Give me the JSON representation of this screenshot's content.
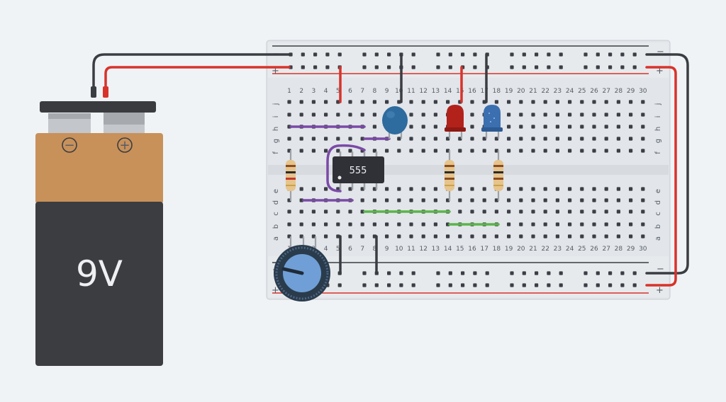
{
  "battery": {
    "voltage_label": "9V",
    "minus_symbol": "−",
    "plus_symbol": "+"
  },
  "chip": {
    "label": "555"
  },
  "breadboard": {
    "columns": 30,
    "rows_top": [
      "j",
      "i",
      "h",
      "g",
      "f"
    ],
    "rows_bottom": [
      "e",
      "d",
      "c",
      "b",
      "a"
    ],
    "rail_minus": "−",
    "rail_plus": "+"
  },
  "colors": {
    "wire_black": "#3a3d42",
    "wire_red": "#d8332b",
    "wire_purple": "#7b4aa8",
    "wire_green": "#5ab54b",
    "battery_copper": "#c8915a",
    "battery_body": "#3c3d41",
    "cap_blue": "#2e6b9e",
    "led_red": "#b2221b",
    "led_blue": "#3b6fb0",
    "knob": "#6f9fd6",
    "board": "#e3e6ea"
  }
}
